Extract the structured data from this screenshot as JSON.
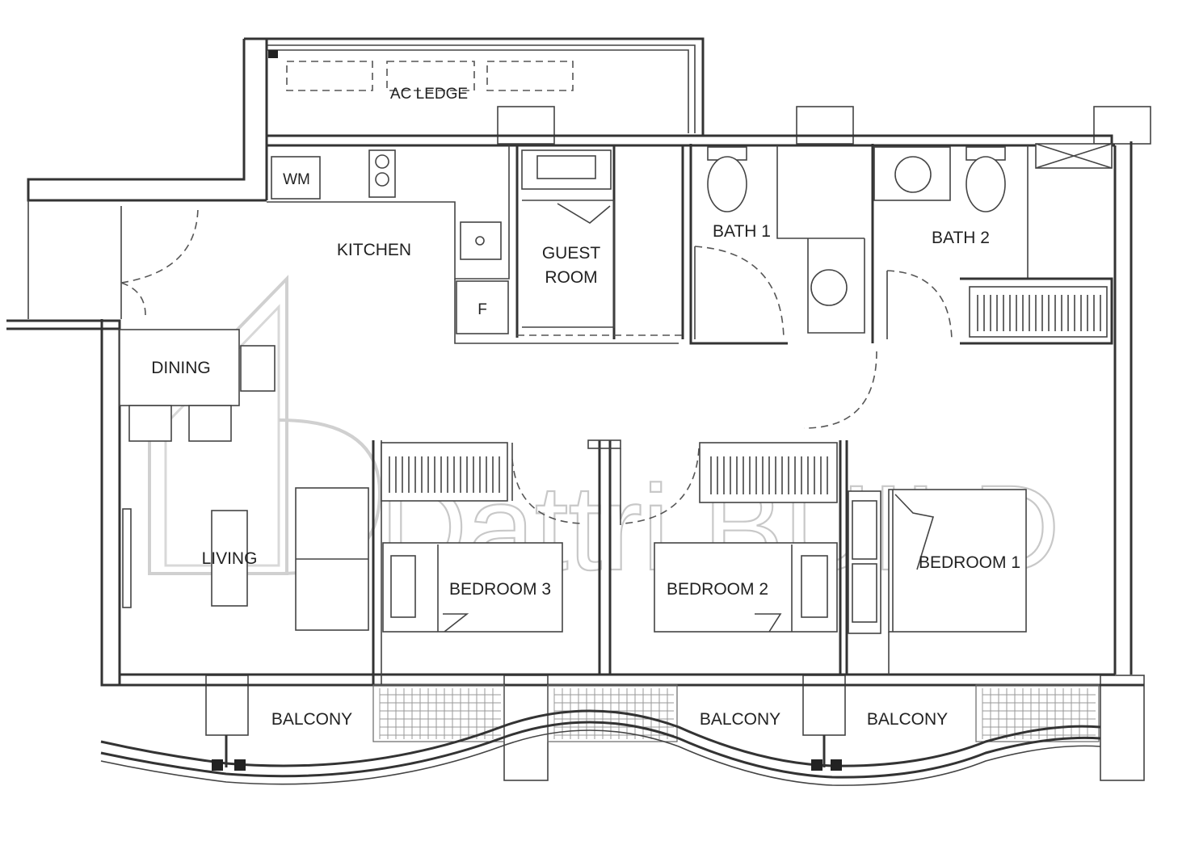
{
  "plan": {
    "rooms": {
      "ac_ledge": "AC LEDGE",
      "kitchen": "KITCHEN",
      "guest_room_line1": "GUEST",
      "guest_room_line2": "ROOM",
      "bath1": "BATH 1",
      "bath2": "BATH 2",
      "dining": "DINING",
      "living": "LIVING",
      "bedroom3": "BEDROOM 3",
      "bedroom2": "BEDROOM 2",
      "bedroom1": "BEDROOM 1",
      "balcony_left": "BALCONY",
      "balcony_middle": "BALCONY",
      "balcony_right": "BALCONY"
    },
    "fixtures": {
      "washing_machine": "WM",
      "fridge": "F"
    },
    "watermark": "Dattri.BUILD"
  }
}
